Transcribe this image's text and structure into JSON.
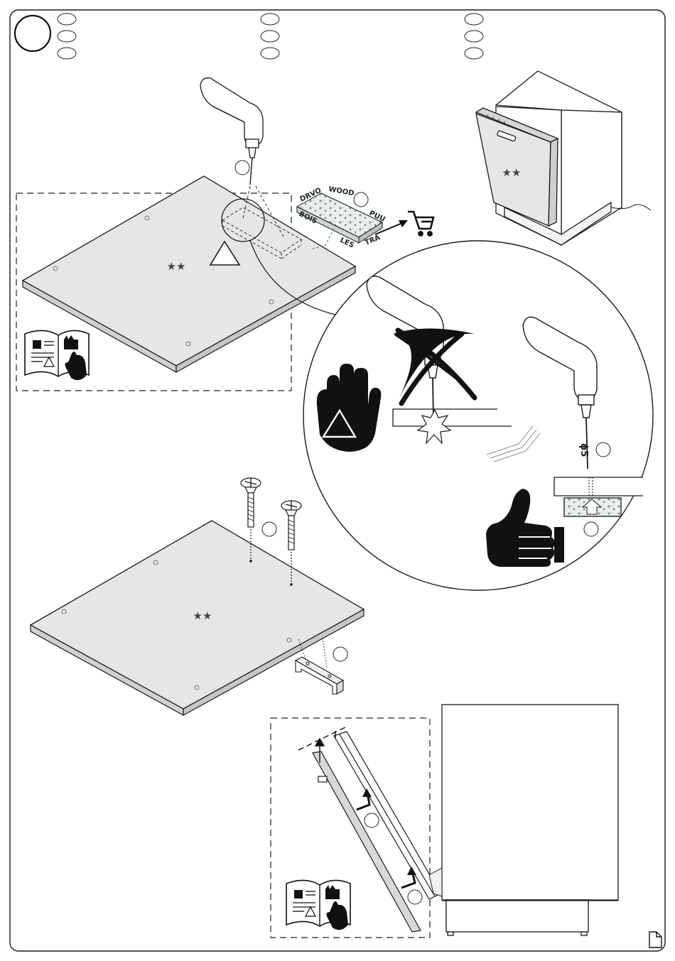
{
  "step_marker": "",
  "material_sample": {
    "words": [
      "DRVO",
      "WOOD",
      "PUU",
      "BOIS",
      "LES",
      "TRA"
    ]
  },
  "drill_spec": "ϕ5",
  "panel_mark": "★★",
  "icons": {
    "manual": "instruction-manual-icon",
    "cart": "shopping-cart-icon",
    "warning": "warning-triangle-icon",
    "stop_hand": "stop-hand-icon",
    "thumbs_up": "thumbs-up-icon",
    "wrong": "cross-mark-icon",
    "page_corner": "page-corner-icon"
  },
  "colors": {
    "line": "#1a1a1a",
    "panel_fill": "#e6e6e6",
    "page_bg": "#ffffff"
  }
}
